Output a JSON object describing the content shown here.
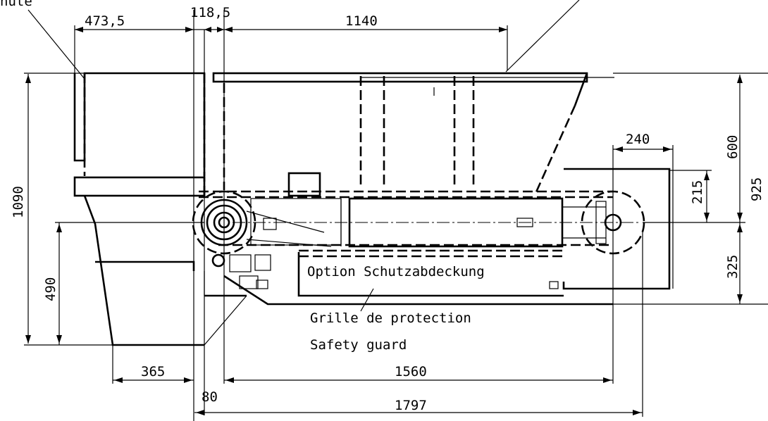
{
  "callouts": {
    "top_left_partial": "nute"
  },
  "dimensions": {
    "top_left_width": "473,5",
    "top_gap": "118,5",
    "top_length": "1140",
    "total_height": "1090",
    "lower_height": "490",
    "right_total": "925",
    "right_upper": "600",
    "outlet_width": "240",
    "outlet_height": "215",
    "right_lower": "325",
    "bottom_left": "365",
    "bottom_offset": "80",
    "bottom_center": "1560",
    "bottom_total": "1797"
  },
  "labels": {
    "option_de": "Option Schutzabdeckung",
    "option_fr": "Grille de protection",
    "option_en": "Safety guard"
  }
}
